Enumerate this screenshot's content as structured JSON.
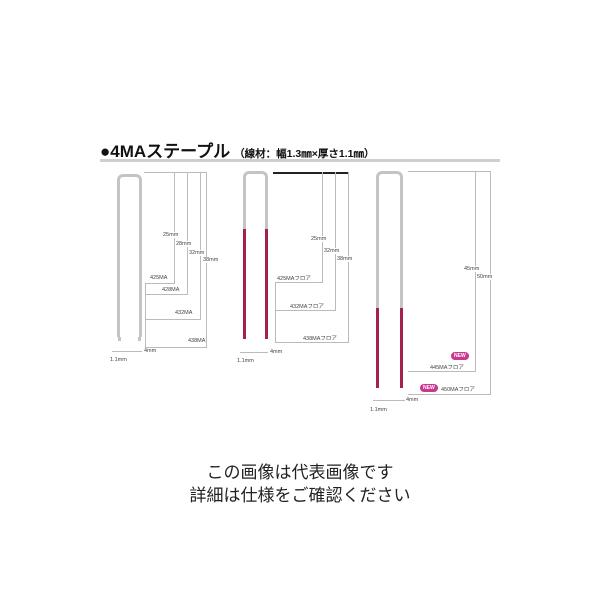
{
  "header": {
    "title": "●4MAステープル",
    "subtitle": "（線材：幅1.3㎜×厚さ1.1㎜）"
  },
  "colors": {
    "staple_silver": "#c4c4c4",
    "floor_coating": "#a3204f",
    "new_badge": "#c8388f",
    "guide_line": "#bbbbbb"
  },
  "groups": [
    {
      "name": "4MA",
      "lengths": [
        "25mm",
        "28mm",
        "32mm",
        "38mm"
      ],
      "models": [
        "425MA",
        "428MA",
        "432MA",
        "438MA"
      ],
      "width_label": "4mm",
      "wire_label": "1.1mm"
    },
    {
      "name": "4MA floor",
      "lengths": [
        "25mm",
        "32mm",
        "38mm"
      ],
      "models": [
        "425MAフロア",
        "432MAフロア",
        "438MAフロア"
      ],
      "width_label": "4mm",
      "wire_label": "1.1mm"
    },
    {
      "name": "4MA floor long",
      "lengths": [
        "45mm",
        "50mm"
      ],
      "models": [
        "445MAフロア",
        "450MAフロア"
      ],
      "badges": [
        "NEW",
        "NEW"
      ],
      "width_label": "4mm",
      "wire_label": "1.1mm"
    }
  ],
  "notice": {
    "line1": "この画像は代表画像です",
    "line2": "詳細は仕様をご確認ください"
  }
}
